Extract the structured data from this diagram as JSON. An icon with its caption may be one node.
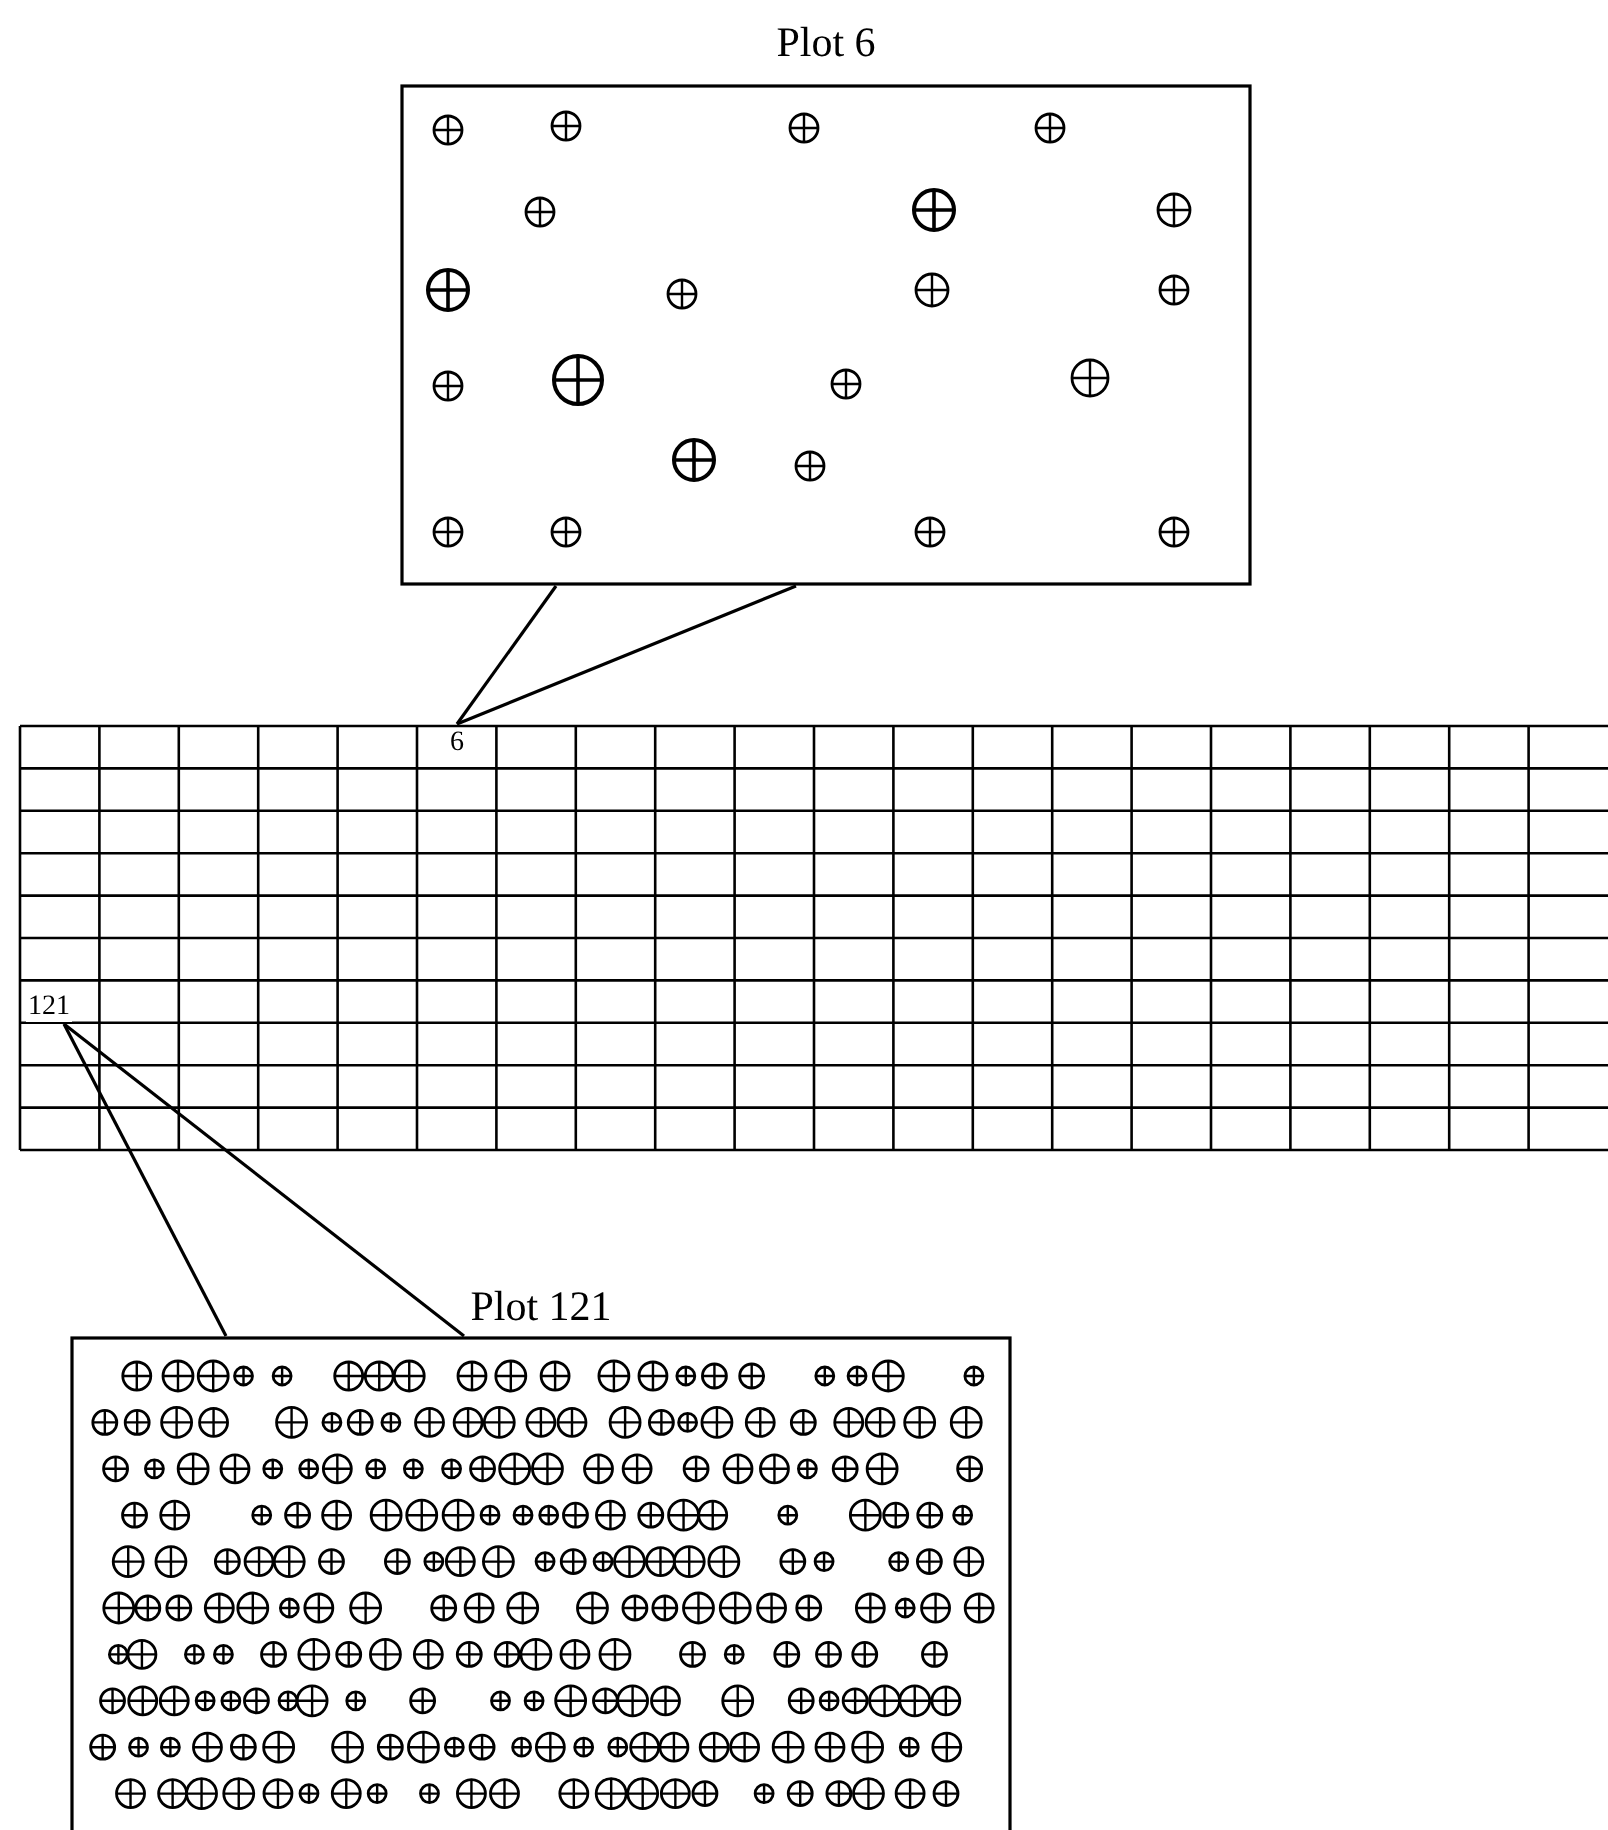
{
  "diagram": {
    "nodes": [
      {
        "text": [
          "Plot 6"
        ]
      },
      {
        "text": [
          "6"
        ]
      },
      {
        "text": [
          "121"
        ]
      },
      {
        "text": [
          "Plot 121"
        ]
      }
    ],
    "edges": [
      {
        "from": 1,
        "to": 0,
        "arrow": "none"
      },
      {
        "from": 1,
        "to": 0,
        "arrow": "none"
      },
      {
        "from": 2,
        "to": 3,
        "arrow": "none"
      },
      {
        "from": 2,
        "to": 3,
        "arrow": "none"
      }
    ]
  }
}
